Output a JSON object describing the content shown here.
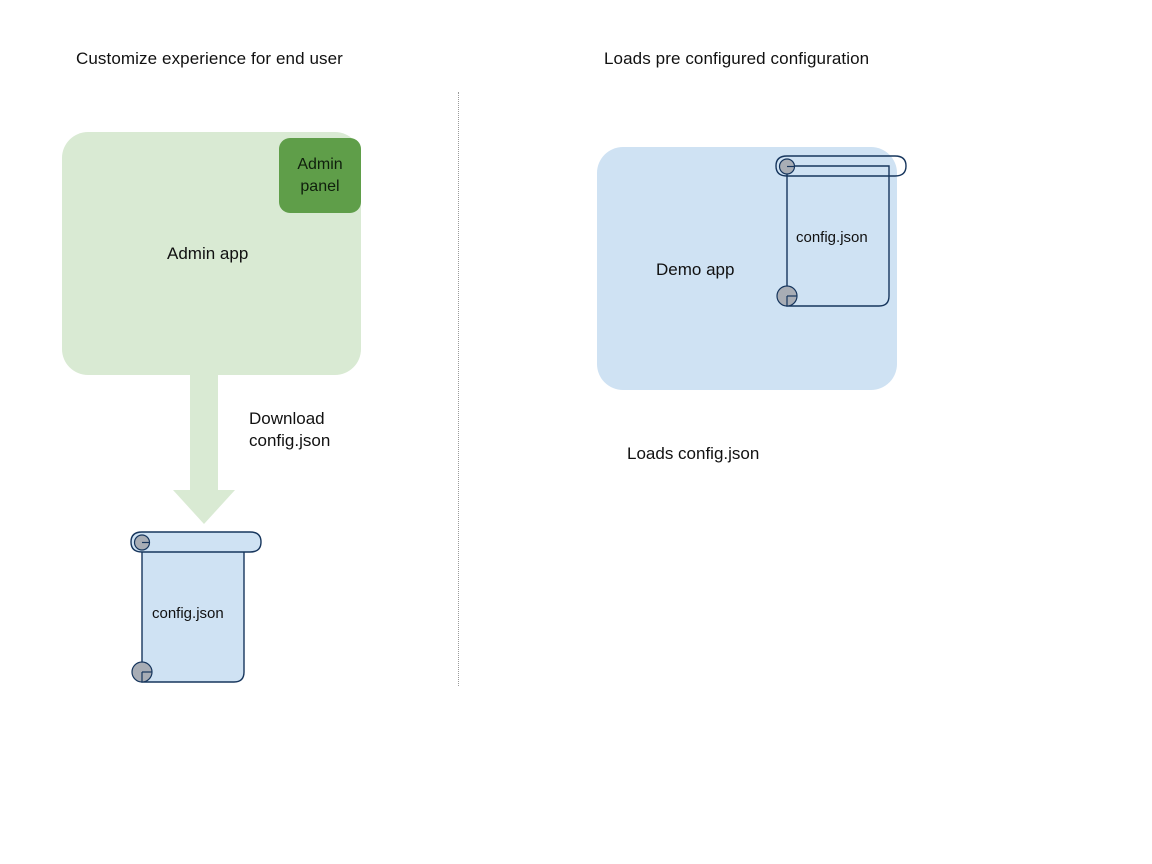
{
  "diagram": {
    "title_left": "Customize experience for end user",
    "title_right": "Loads pre configured configuration",
    "left_panel": {
      "app_box_label": "Admin app",
      "app_box_color": "#d9ead3",
      "admin_panel_label": "Admin\npanel",
      "admin_panel_line1": "Admin",
      "admin_panel_line2": "panel",
      "admin_panel_color": "#5f9e49",
      "arrow_label_line1": "Download",
      "arrow_label_line2": "config.json",
      "arrow_color": "#d9ead3",
      "document_label": "config.json",
      "document_fill": "#cfe2f3",
      "document_stroke": "#17365d"
    },
    "right_panel": {
      "app_box_label": "Demo app",
      "app_box_color": "#cfe2f3",
      "document_label": "config.json",
      "document_fill": "transparent",
      "document_stroke": "#17365d",
      "footer_label": "Loads config.json"
    },
    "divider": {
      "style": "dotted",
      "color": "#9a9a9a"
    }
  }
}
